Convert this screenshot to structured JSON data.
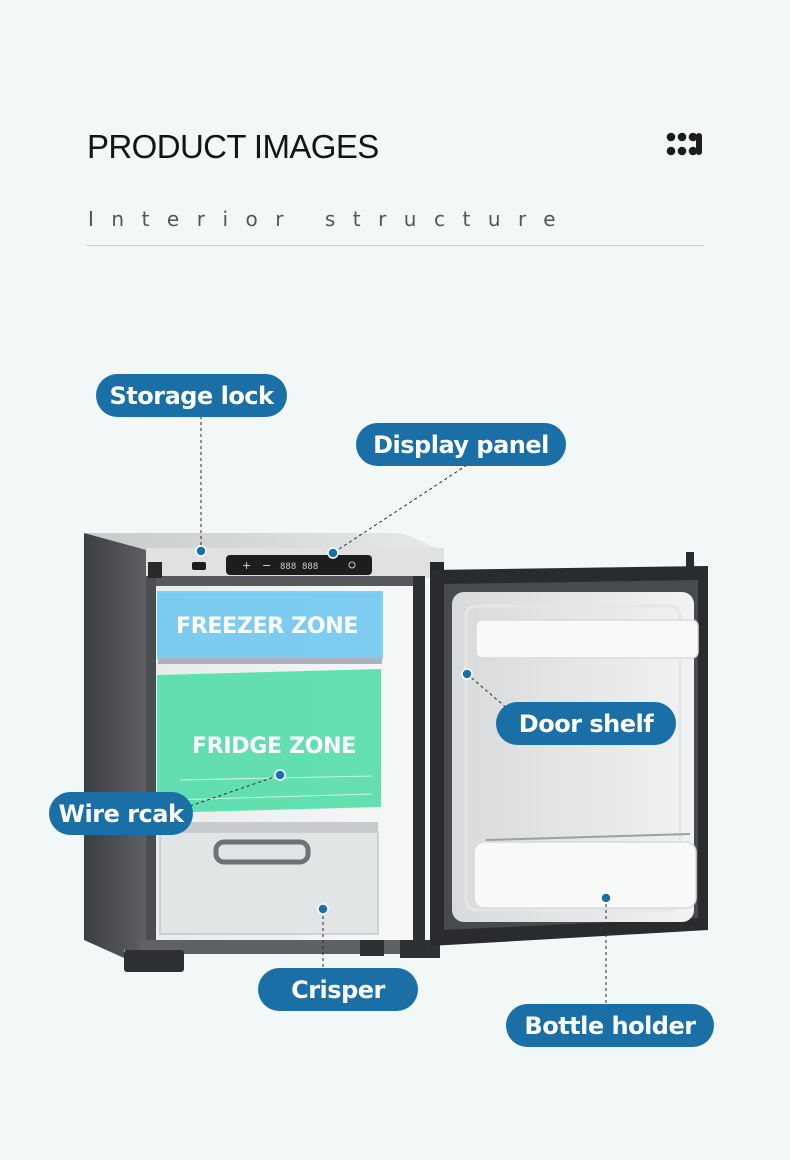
{
  "header": {
    "title": "PRODUCT IMAGES",
    "subtitle": "Interior structure"
  },
  "zones": {
    "freezer": "FREEZER ZONE",
    "fridge": "FRIDGE ZONE"
  },
  "callouts": {
    "storage_lock": "Storage lock",
    "display_panel": "Display panel",
    "door_shelf": "Door shelf",
    "wire_rack": "Wire rcak",
    "crisper": "Crisper",
    "bottle_holder": "Bottle holder"
  },
  "display": {
    "plus": "+",
    "minus": "−",
    "readout_a": "888",
    "readout_b": "888"
  },
  "colors": {
    "callout_bg": "#1a6fa6",
    "freezer_tint": "#69c6ee",
    "fridge_tint": "#3fd9a0",
    "page_bg": "#f2f7f8"
  }
}
